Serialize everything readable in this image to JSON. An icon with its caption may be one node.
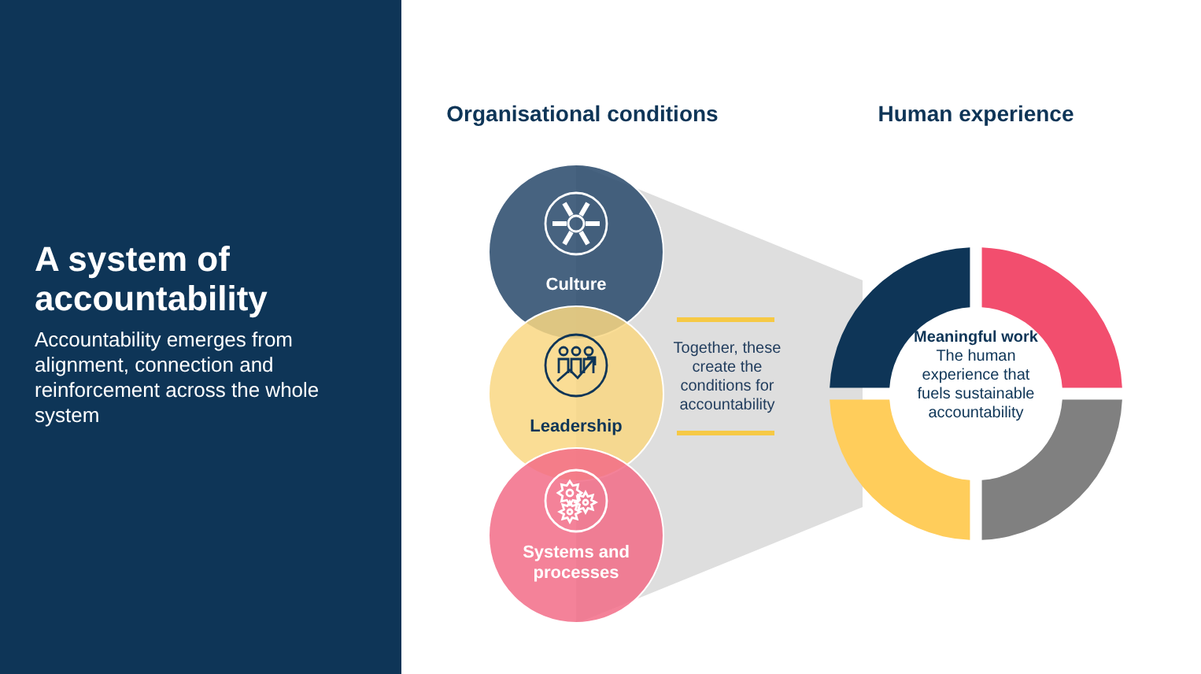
{
  "diagram": {
    "title": "A system of accountability",
    "nodes": [
      {
        "text": [
          "Culture"
        ]
      },
      {
        "text": [
          "Leadership"
        ]
      },
      {
        "text": [
          "Systems and processes"
        ]
      },
      {
        "text": [
          "Together, these create the conditions for accountability"
        ]
      },
      {
        "text": [
          "Meaningful work",
          "The human experience that fuels sustainable accountability"
        ]
      }
    ],
    "labels": [
      "Accountability emerges from alignment, connection and reinforcement across the whole system",
      "Organisational conditions",
      "Human experience"
    ]
  }
}
